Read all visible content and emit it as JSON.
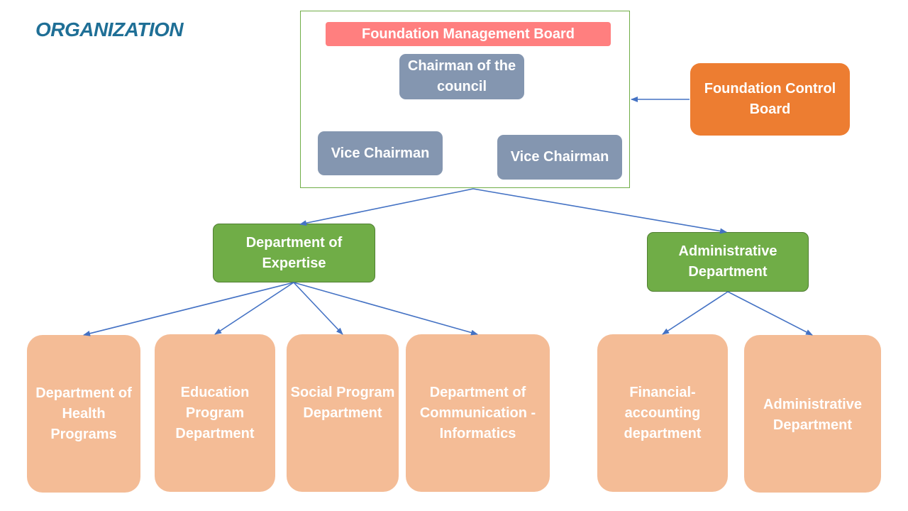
{
  "title": "ORGANIZATION",
  "management": {
    "board_label": "Foundation Management Board",
    "chairman": "Chairman of the council",
    "vice_chairman_1": "Vice Chairman",
    "vice_chairman_2": "Vice Chairman"
  },
  "control_board": "Foundation Control Board",
  "departments": {
    "expertise": "Department of Expertise",
    "administrative": "Administrative Department"
  },
  "sub_departments": {
    "health": "Department of Health Programs",
    "education": "Education Program Department",
    "social": "Social Program Department",
    "communication": "Department of Communication - Informatics",
    "financial": "Financial-accounting department",
    "administrative": "Administrative Department"
  },
  "colors": {
    "title": "#1f6f96",
    "board_label": "#ff7f7f",
    "officer_box": "#8496b0",
    "control_board": "#ed7d31",
    "department_box": "#70ad47",
    "sub_department_box": "#f4bc96",
    "connector": "#4472c4",
    "frame_border": "#70ad47"
  }
}
